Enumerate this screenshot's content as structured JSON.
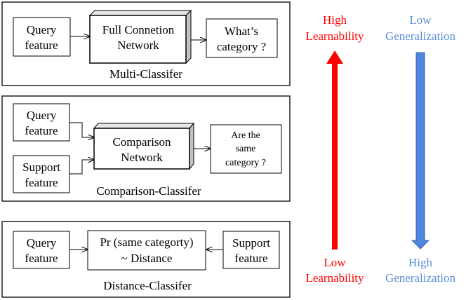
{
  "panels": {
    "multi": {
      "query": [
        "Query",
        "feature"
      ],
      "network": [
        "Full Connetion",
        "Network"
      ],
      "output": [
        "What’s",
        "category ?"
      ],
      "caption": "Multi-Classifer"
    },
    "comparison": {
      "query": [
        "Query",
        "feature"
      ],
      "support": [
        "Support",
        "feature"
      ],
      "network": [
        "Comparison",
        "Network"
      ],
      "output": [
        "Are the",
        "same",
        "category ?"
      ],
      "caption": "Comparison-Classifer"
    },
    "distance": {
      "query": [
        "Query",
        "feature"
      ],
      "center": [
        "Pr (same categorty)",
        "~  Distance"
      ],
      "support": [
        "Support",
        "feature"
      ],
      "caption": "Distance-Classifer"
    }
  },
  "axes": {
    "learnability": {
      "top": [
        "High",
        "Learnability"
      ],
      "bottom": [
        "Low",
        "Learnability"
      ],
      "color": "#ff0000"
    },
    "generalization": {
      "top": [
        "Low",
        "Generalization"
      ],
      "bottom": [
        "High",
        "Generalization"
      ],
      "color": "#5b8fd9",
      "arrow_fill": "#4f86dd",
      "arrow_stroke": "#3a66b0"
    }
  }
}
